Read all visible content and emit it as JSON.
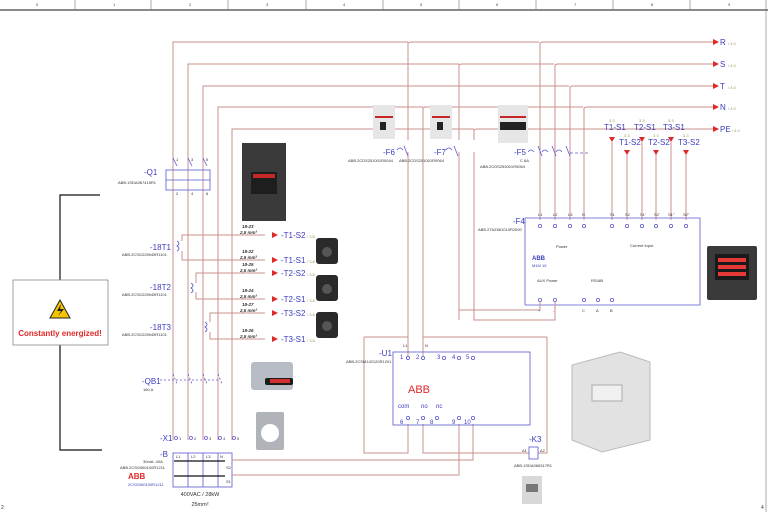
{
  "ruler": [
    "0",
    "1",
    "2",
    "3",
    "4",
    "5",
    "6",
    "7",
    "8",
    "9"
  ],
  "page_corner_left": "2",
  "page_corner_right": "4",
  "bus": [
    {
      "name": "R",
      "ref": "/ 4.0"
    },
    {
      "name": "S",
      "ref": "/ 4.0"
    },
    {
      "name": "T",
      "ref": "/ 4.0"
    },
    {
      "name": "N",
      "ref": "/ 4.0"
    },
    {
      "name": "PE",
      "ref": "/ 4.0"
    }
  ],
  "warning": {
    "text": "Constantly energized!",
    "icon": "high-voltage-warning-icon",
    "color": "#e0282a"
  },
  "q1": {
    "tag": "-Q1",
    "part": "ABB.1SDA067415R1",
    "terminals": [
      "1",
      "3",
      "5",
      "2",
      "4",
      "6"
    ]
  },
  "ct_groups": [
    {
      "tag": "-18T1",
      "part": "ABB.2CSG225945R1101",
      "wires": [
        {
          "num": "18-23",
          "size": "2,5 mm²",
          "target": "-T1-S2",
          "ref": "/ 3.8"
        },
        {
          "num": "18-22",
          "size": "2,5 mm²",
          "target": "-T1-S1",
          "ref": "/ 3.8"
        }
      ]
    },
    {
      "tag": "-18T2",
      "part": "ABB.2CSG225945R1101",
      "wires": [
        {
          "num": "18-25",
          "size": "2,5 mm²",
          "target": "-T2-S2",
          "ref": "/ 3.8"
        },
        {
          "num": "18-24",
          "size": "2,5 mm²",
          "target": "-T2-S1",
          "ref": "/ 3.8"
        }
      ]
    },
    {
      "tag": "-18T3",
      "part": "ABB.2CSG225945R1101",
      "wires": [
        {
          "num": "18-27",
          "size": "2,5 mm²",
          "target": "-T3-S2",
          "ref": "/ 3.8"
        },
        {
          "num": "18-26",
          "size": "2,5 mm²",
          "target": "-T3-S1",
          "ref": "/ 3.8"
        }
      ]
    }
  ],
  "qb1": {
    "tag": "-QB1",
    "rating": "160 A"
  },
  "x1": {
    "tag": "-X1",
    "terminals": [
      "1",
      "2",
      "3",
      "4",
      "5"
    ]
  },
  "rcm": {
    "tag": "-B",
    "rating": "30mA..40A",
    "part": "ABB.2CSG060100R1211",
    "logo": "ABB",
    "code": "2CSG060100R1211",
    "phases": [
      "L1",
      "L2",
      "L3",
      "N"
    ],
    "s2": "S2",
    "s1": "S1"
  },
  "supply": {
    "line1": "400VAC / 28kW",
    "line2": "25mm²"
  },
  "f6": {
    "tag": "-F6",
    "part": "ABB.2CDS251001R0044"
  },
  "f7": {
    "tag": "-F7",
    "part": "ABB.2CDS251001R0064"
  },
  "f5": {
    "tag": "-F5",
    "rating": "C 6A",
    "part": "ABB.2CDS253001R0064"
  },
  "ct_inputs": [
    {
      "ref": "3.3",
      "label": "T1-S1"
    },
    {
      "ref": "3.3",
      "label": "T1-S2"
    },
    {
      "ref": "3.3",
      "label": "T2-S1"
    },
    {
      "ref": "3.3",
      "label": "T2-S2"
    },
    {
      "ref": "3.3",
      "label": "T3-S1"
    },
    {
      "ref": "3.3",
      "label": "T3-S2"
    }
  ],
  "f4": {
    "tag": "-F4",
    "part": "ABB.2TAZ661010R2000",
    "top_terms": [
      "L1",
      "L2",
      "L3",
      "N",
      "S1",
      "S2",
      "S1'",
      "S2'",
      "S1''",
      "S2''"
    ],
    "power": "Power",
    "current_input": "Current Input",
    "logo": "ABB",
    "model": "M1M 15",
    "aux": "AUX Power",
    "rs485": "RS485",
    "bottom_terms": [
      "+",
      "-",
      "C",
      "A",
      "B"
    ]
  },
  "u1": {
    "tag": "-U1",
    "part": "ABB.2CSM142120R1201",
    "logo": "ABB",
    "top_terms": [
      "1",
      "2",
      "3",
      "4",
      "5"
    ],
    "top_wires": [
      "L1",
      "N"
    ],
    "contacts": [
      "com",
      "no",
      "nc"
    ],
    "bottom_terms": [
      "6",
      "7",
      "8",
      "9",
      "10"
    ]
  },
  "k3": {
    "tag": "-K3",
    "a1": "A1",
    "a2": "A2",
    "part": "ABB.1SDA066317R1"
  }
}
